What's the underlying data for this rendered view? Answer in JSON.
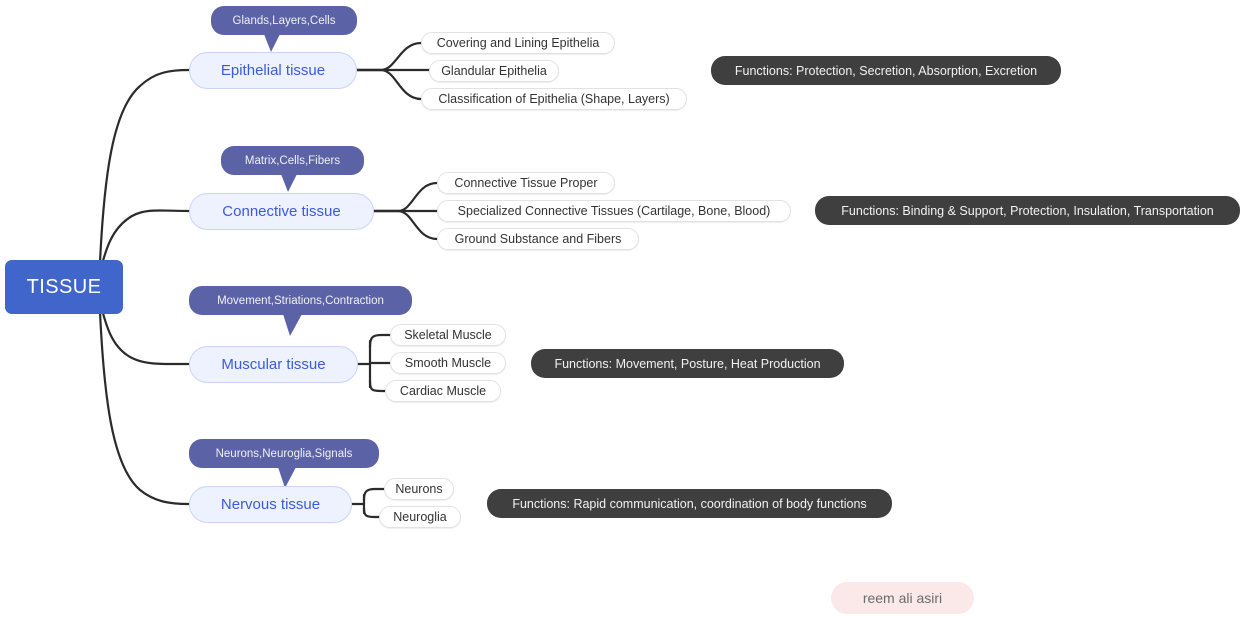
{
  "diagram": {
    "type": "mind-map",
    "title": "TISSUE",
    "background_color": "#ffffff",
    "colors": {
      "root_fill": "#4066cc",
      "root_text": "#ffffff",
      "branch_fill": "#eef1fe",
      "branch_border": "#c9d4f7",
      "branch_text": "#3b5bdb",
      "callout_fill": "#5b63a6",
      "callout_text": "#f0f0f5",
      "leaf_fill": "#ffffff",
      "leaf_border": "#e2e2e2",
      "leaf_text": "#333333",
      "chip_fill": "#3f3f3f",
      "chip_text": "#f2f2f2",
      "edge_color": "#2b2b2b",
      "watermark_fill": "#fbe9e9",
      "watermark_text": "#6b6b6b"
    }
  },
  "root": {
    "label": "TISSUE"
  },
  "branches": [
    {
      "id": "epithelial",
      "label": "Epithelial tissue",
      "callout": "Glands,Layers,Cells",
      "connector_style": "curved",
      "leaves": [
        "Covering and Lining Epithelia",
        "Glandular Epithelia",
        "Classification of Epithelia (Shape, Layers)"
      ],
      "functions": "Functions: Protection, Secretion, Absorption, Excretion"
    },
    {
      "id": "connective",
      "label": "Connective tissue",
      "callout": "Matrix,Cells,Fibers",
      "connector_style": "curved",
      "leaves": [
        "Connective Tissue Proper",
        "Specialized Connective Tissues (Cartilage, Bone, Blood)",
        "Ground Substance and Fibers"
      ],
      "functions": "Functions: Binding & Support, Protection, Insulation, Transportation"
    },
    {
      "id": "muscular",
      "label": "Muscular tissue",
      "callout": "Movement,Striations,Contraction",
      "connector_style": "orthogonal",
      "leaves": [
        "Skeletal Muscle",
        "Smooth Muscle",
        "Cardiac Muscle"
      ],
      "functions": "Functions: Movement, Posture, Heat Production"
    },
    {
      "id": "nervous",
      "label": "Nervous tissue",
      "callout": "Neurons,Neuroglia,Signals",
      "connector_style": "orthogonal",
      "leaves": [
        "Neurons",
        "Neuroglia"
      ],
      "functions": "Functions: Rapid communication, coordination of body functions"
    }
  ],
  "watermark": {
    "label": "reem ali asiri"
  }
}
